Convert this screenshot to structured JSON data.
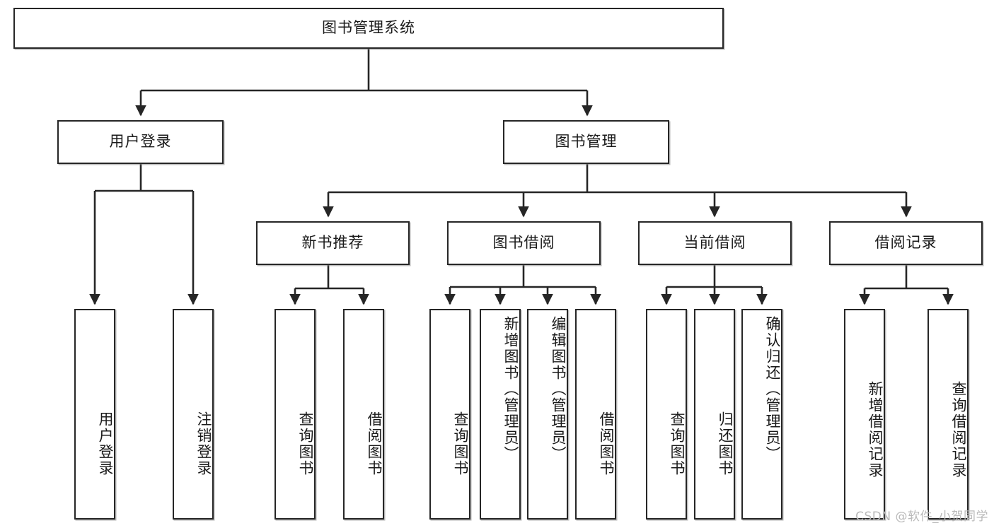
{
  "diagram": {
    "title": "图书管理系统",
    "watermark": "CSDN @软件_小贺同学",
    "root": {
      "id": "root",
      "label": "图书管理系统"
    },
    "level1": [
      {
        "id": "user-login",
        "label": "用户登录"
      },
      {
        "id": "book-manage",
        "label": "图书管理"
      }
    ],
    "level2": [
      {
        "id": "new-book-recommend",
        "label": "新书推荐",
        "parent": "book-manage"
      },
      {
        "id": "book-borrow",
        "label": "图书借阅",
        "parent": "book-manage"
      },
      {
        "id": "current-borrow",
        "label": "当前借阅",
        "parent": "book-manage"
      },
      {
        "id": "borrow-record",
        "label": "借阅记录",
        "parent": "book-manage"
      }
    ],
    "leaves": {
      "user_login": [
        {
          "id": "leaf-user-login",
          "label": "用户登录"
        },
        {
          "id": "leaf-user-logout",
          "label": "注销登录"
        }
      ],
      "new_book_recommend": [
        {
          "id": "leaf-query-book-1",
          "label": "查询图书"
        },
        {
          "id": "leaf-borrow-book-1",
          "label": "借阅图书"
        }
      ],
      "book_borrow": [
        {
          "id": "leaf-query-book-2",
          "label": "查询图书"
        },
        {
          "id": "leaf-add-book",
          "label": "新增图书（管理员）"
        },
        {
          "id": "leaf-edit-book",
          "label": "编辑图书（管理员）"
        },
        {
          "id": "leaf-borrow-book-2",
          "label": "借阅图书"
        }
      ],
      "current_borrow": [
        {
          "id": "leaf-query-book-3",
          "label": "查询图书"
        },
        {
          "id": "leaf-return-book",
          "label": "归还图书"
        },
        {
          "id": "leaf-confirm-return",
          "label": "确认归还（管理员）"
        }
      ],
      "borrow_record": [
        {
          "id": "leaf-add-record",
          "label": "新增借阅记录"
        },
        {
          "id": "leaf-query-record",
          "label": "查询借阅记录"
        }
      ]
    },
    "colors": {
      "stroke": "#262626",
      "fill": "#ffffff",
      "text": "#1a1a1a",
      "watermark": "#b9b9b9"
    }
  }
}
